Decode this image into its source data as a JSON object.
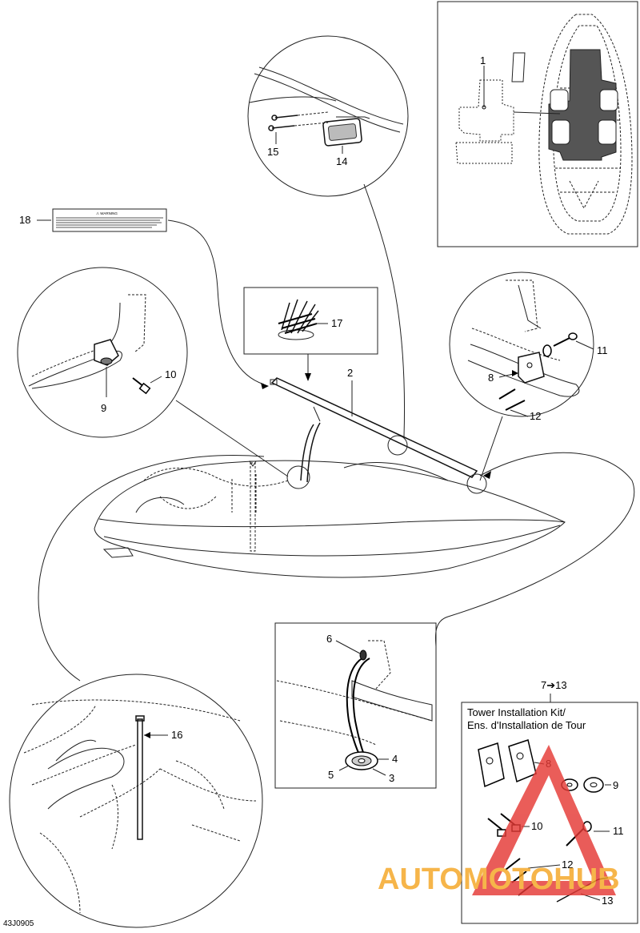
{
  "labels": {
    "l1": "1",
    "l2": "2",
    "l3": "3",
    "l4": "4",
    "l5": "5",
    "l6": "6",
    "l8a": "8",
    "l8b": "8",
    "l9a": "9",
    "l9b": "9",
    "l10a": "10",
    "l10b": "10",
    "l11a": "11",
    "l11b": "11",
    "l12a": "12",
    "l12b": "12",
    "l13": "13",
    "l14": "14",
    "l15": "15",
    "l16": "16",
    "l17": "17",
    "l18": "18",
    "kit_range": "7➔13"
  },
  "kit_title": {
    "line1": "Tower Installation Kit/",
    "line2": "Ens. d'Installation de Tour"
  },
  "warning_label": {
    "header": "⚠ WARNING"
  },
  "watermark": {
    "text": "AUTOMOTOHUB",
    "color_orange": "#f5a623",
    "color_red": "#e53935",
    "color_dark": "#444444"
  },
  "figure_code": "43J0905"
}
